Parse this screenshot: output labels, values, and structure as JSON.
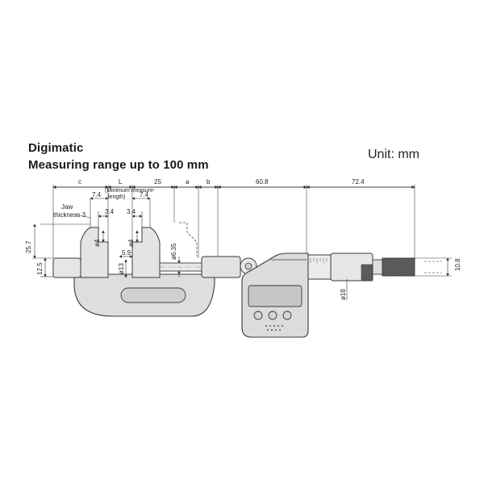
{
  "title": {
    "line1": "Digimatic",
    "line2": "Measuring range up to 100 mm",
    "unit": "Unit: mm"
  },
  "dimensions": {
    "c": "c",
    "L": "L",
    "d25": "25",
    "a": "a",
    "b": "b",
    "d60_8": "60.8",
    "d72_4": "72.4",
    "d7_4_left": "7.4",
    "d7_4_right": "7.4",
    "min_measure_1": "(Minimum measure-",
    "min_measure_2": "length)",
    "jaw_1": "Jaw",
    "jaw_2": "thickness 3",
    "d3_4_left": "3.4",
    "d3_4_right": "3.4",
    "d25_7": "25.7",
    "d12_5": "12.5",
    "phi4_left": "ø4",
    "phi4_right": "ø4",
    "d5_9": "5.9",
    "phi13": "ø13",
    "phi6_35": "ø6.35",
    "phi18": "ø18",
    "d10_8": "10.8"
  },
  "colors": {
    "body": "#dcdcdc",
    "outline": "#3a3a3a",
    "display": "#c9c9c9",
    "ratchet": "#555555"
  }
}
